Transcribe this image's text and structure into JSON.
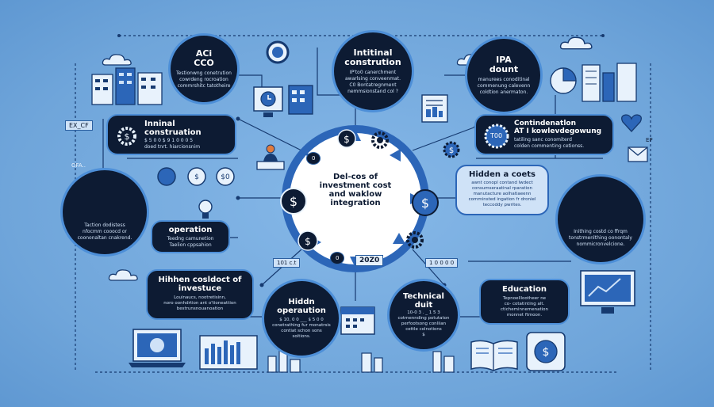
{
  "hub": {
    "title_lines": [
      "Del-cos of",
      "investment cost",
      "and waklow",
      "integration"
    ],
    "badge": "20Z0"
  },
  "nodes": {
    "aci_cco": {
      "title": "ACi\nCCO",
      "body": "Testionwng conetrution\ncowrdeng rocroation\ncommrshitc tatotheire"
    },
    "initial_construtionn": {
      "title": "Intitinal\nconstrution",
      "body": "IP'to0 canerchment\nawarlsing conveenmat.\nC0 Bontatregnment\nnemmsionstand col ?"
    },
    "ipa_dount": {
      "title": "IPA\ndount",
      "body": "manurees conoditinal\ncommenung calevenn\ncoldtion anermaton."
    },
    "internal_construction": {
      "title": "Inninal\nconstruation",
      "body": "$ 5 0 0 $ 9 1 0 0 0 5\ndoed tnrt. hiarcionsnim"
    },
    "continental": {
      "title": "Contindenatlon\nAT I kowlevdegowung",
      "body": "tatiling sanc conomiterd\ncolden commenting cetionss."
    },
    "hidden_costs_right": {
      "title": "Hidden a coets",
      "body": "awnt conopl contand lwdect\nconsumseraatinal rparation\nmanutacture aolhatiaeenn\ncomminsted ingation fr droniel\nteccoddy pwrites."
    },
    "left_circle": {
      "title": "",
      "body": "Taction dodistess\nnfocmm cooocd or\ncoononaltan cnakrend."
    },
    "right_circle": {
      "title": "",
      "body": "Inithing costd co ffrqm\ntonstrmenlthing oonontaly\nnommicronvelcione."
    },
    "operation": {
      "title": "operation",
      "body": "Teedng camunetion\nTaelion cppsahion"
    },
    "hidden_conduct": {
      "title": "Hihhen cosldoct of\ninvestuce",
      "body": "Louinaucs, nootretisinn,\nnoro oonhdrtion ant o'tioneattion\nbestrunsnouanoation"
    },
    "hidden_operation": {
      "title": "Hiddn\noperaution",
      "body": "$ 10, 0 0 ___ $ 5 0 0\nconetrathing fur monatrsis\ncontiat schon sons\nsoitions."
    },
    "technical_duit": {
      "title": "Technical\nduit",
      "body": "10-0 3 . _ 1 5 3\ncotmennding potutaton\nperfootsong conliian\ncettle colnotions\n$"
    },
    "education": {
      "title": "Education",
      "body": "Tepnoelllootheer ne\nco- cotatinting alt.\ncticheminnemenation\nmonnet ftmoon."
    }
  },
  "tags": {
    "ex_cf": "EX_CF",
    "ofa": "OFA..",
    "ep": "EP",
    "t00": "T00",
    "left_tag": "101 c.t",
    "right_tag": "1 0 0 0 0",
    "hub_left": "0",
    "hub_right": "$",
    "hub_bottom": "0"
  },
  "colors": {
    "background": "#7aaee0",
    "node_fill": "#0d1b33",
    "node_stroke": "#4d8fd8",
    "hub_ring": "#2c66b8",
    "accent_dark": "#1a3f7a"
  },
  "icons": [
    "cloud-icon",
    "gear-icon",
    "dollar-coin-icon",
    "bar-chart-icon",
    "building-icon",
    "laptop-icon",
    "monitor-icon",
    "document-icon",
    "person-icon",
    "magnifier-icon",
    "lightbulb-icon",
    "calendar-icon",
    "book-icon",
    "heart-icon",
    "envelope-icon",
    "arrow-cycle-icon"
  ]
}
